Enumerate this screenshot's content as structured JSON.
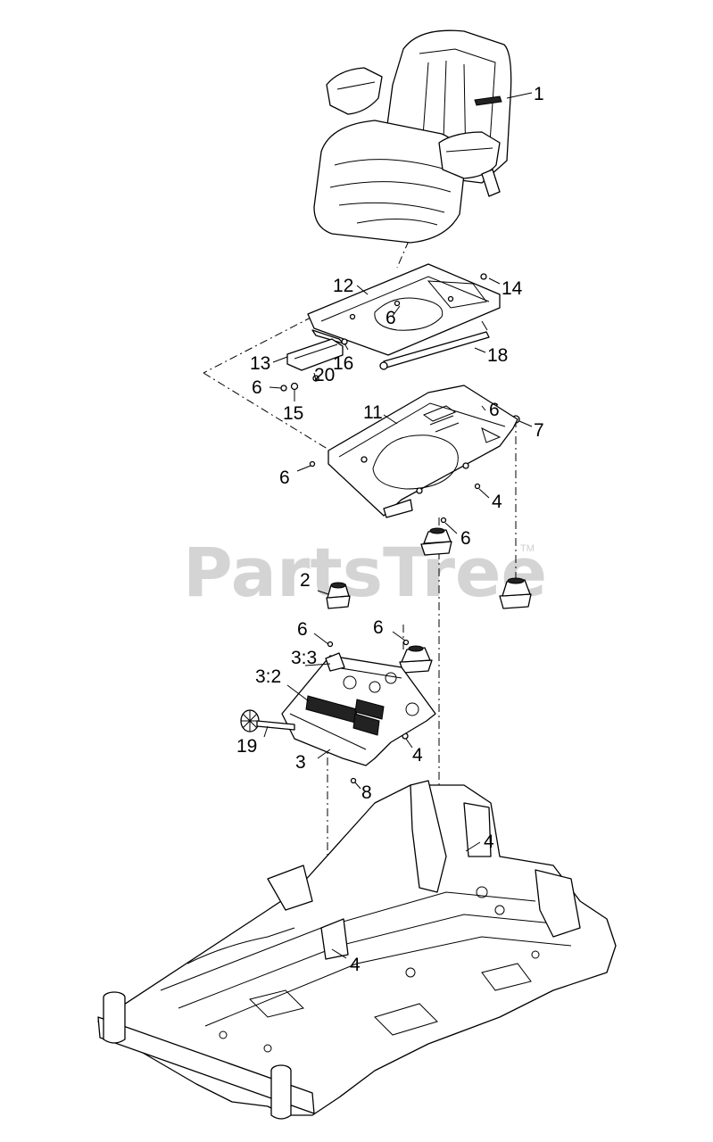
{
  "watermark": {
    "brand": "PartsTree",
    "tm": "TM"
  },
  "callouts": {
    "c1": "1",
    "c12": "12",
    "c14": "14",
    "c6a": "6",
    "c18": "18",
    "c13": "13",
    "c16": "16",
    "c6b": "6",
    "c20": "20",
    "c15": "15",
    "c11": "11",
    "c6c": "6",
    "c7": "7",
    "c6d": "6",
    "c4a": "4",
    "c6e": "6",
    "c2": "2",
    "c6f": "6",
    "c6g": "6",
    "c33": "3:3",
    "c32": "3:2",
    "c19": "19",
    "c3": "3",
    "c4b": "4",
    "c8": "8",
    "c4c": "4",
    "c4d": "4"
  }
}
